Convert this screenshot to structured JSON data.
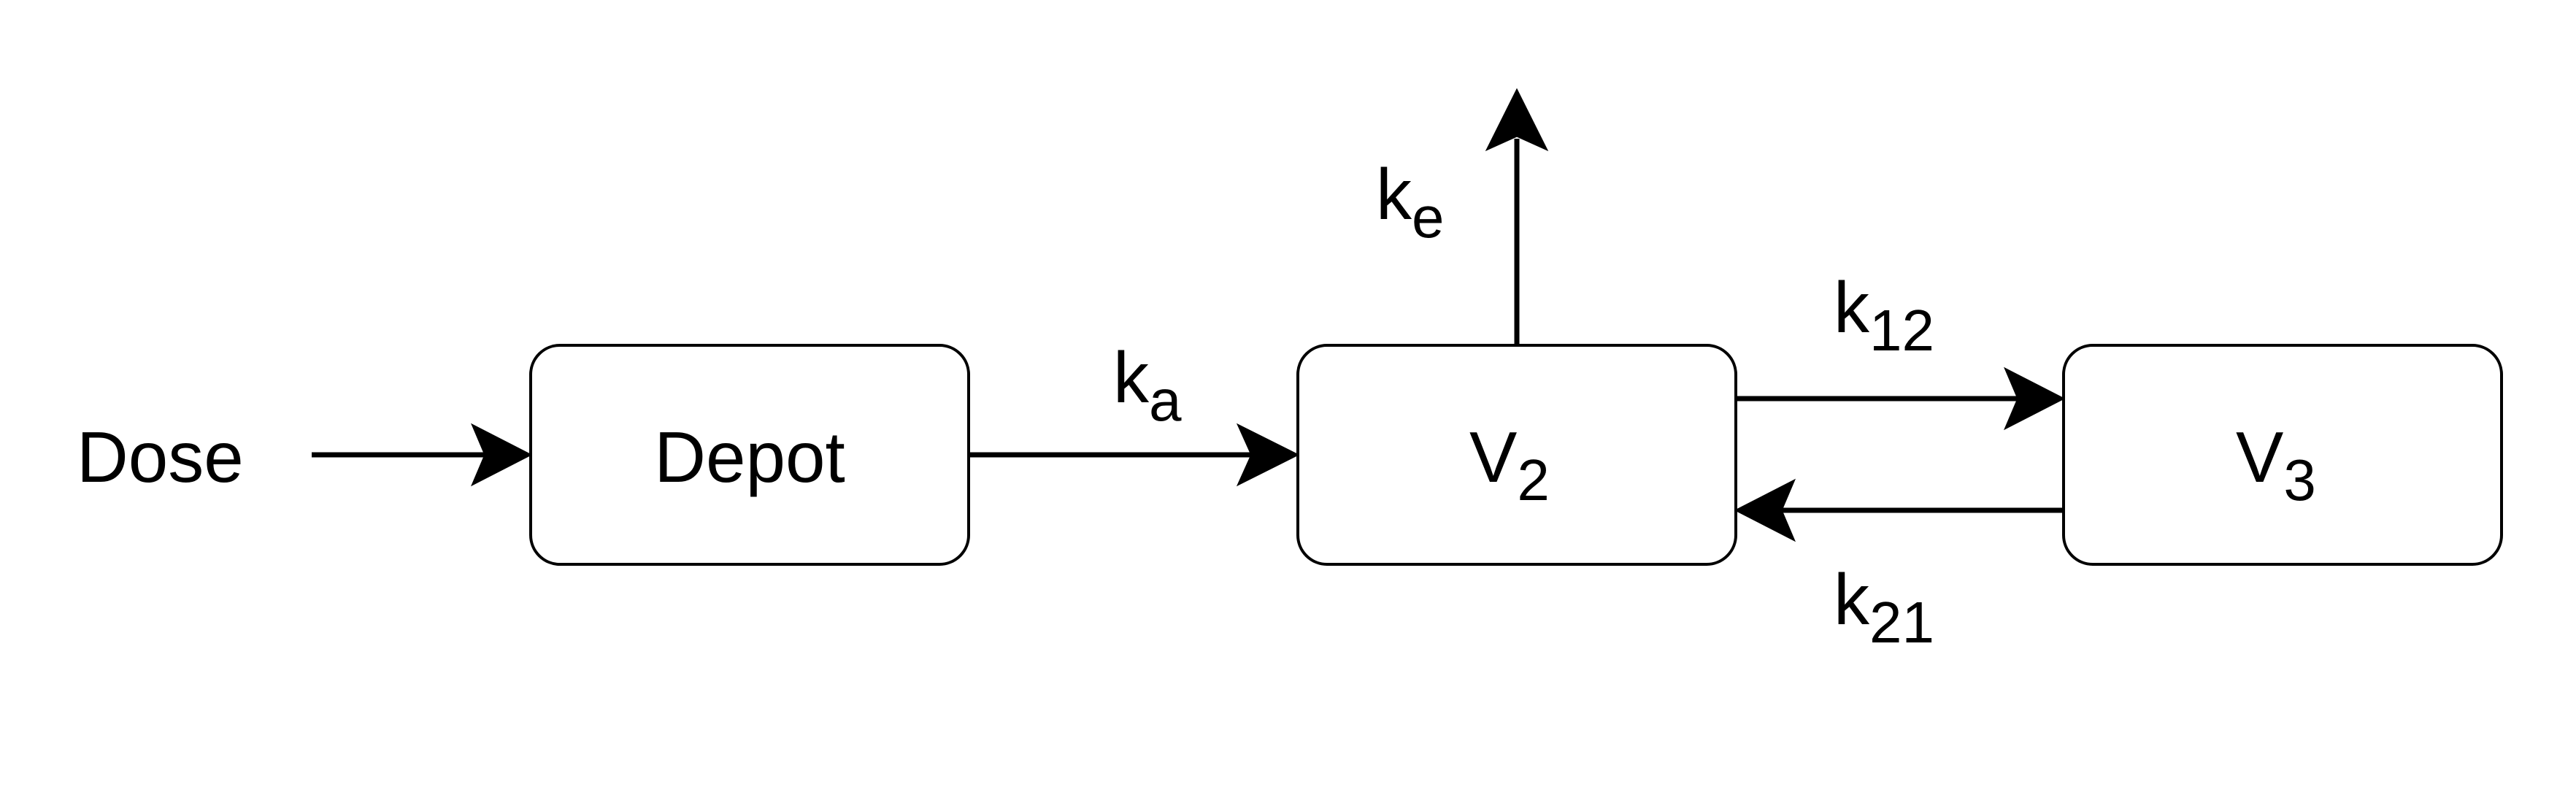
{
  "nodes": {
    "dose": {
      "label": "Dose"
    },
    "depot": {
      "label": "Depot"
    },
    "v2": {
      "base": "V",
      "sub": "2"
    },
    "v3": {
      "base": "V",
      "sub": "3"
    }
  },
  "edges": {
    "ka": {
      "base": "k",
      "sub": "a"
    },
    "ke": {
      "base": "k",
      "sub": "e"
    },
    "k12": {
      "base": "k",
      "sub": "12"
    },
    "k21": {
      "base": "k",
      "sub": "21"
    }
  }
}
